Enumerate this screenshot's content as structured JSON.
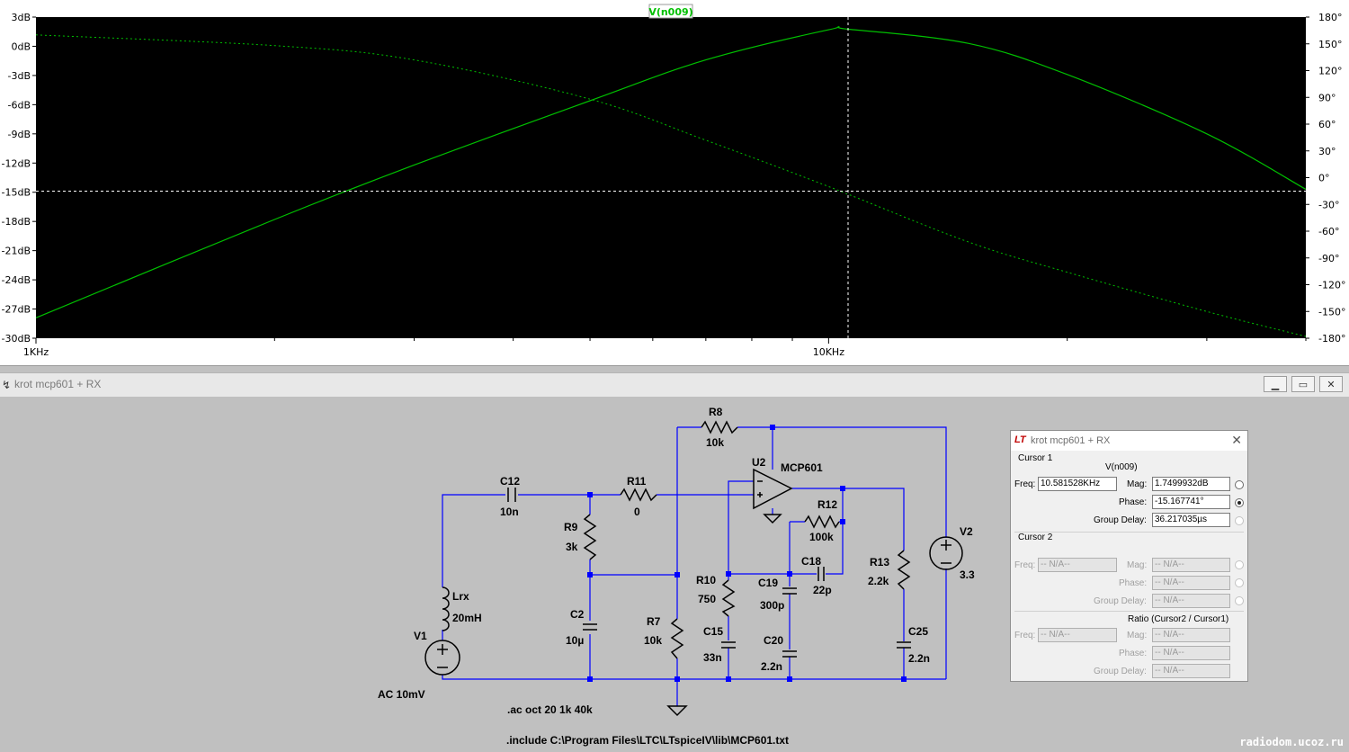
{
  "plot": {
    "trace_name": "V(n009)",
    "y_left_ticks": [
      "3dB",
      "0dB",
      "-3dB",
      "-6dB",
      "-9dB",
      "-12dB",
      "-15dB",
      "-18dB",
      "-21dB",
      "-24dB",
      "-27dB",
      "-30dB"
    ],
    "y_right_ticks": [
      "180°",
      "150°",
      "120°",
      "90°",
      "60°",
      "30°",
      "0°",
      "-30°",
      "-60°",
      "-90°",
      "-120°",
      "-150°",
      "-180°"
    ],
    "x_ticks": [
      "1KHz",
      "10KHz"
    ],
    "trace_color": "#00c000",
    "background": "#000000"
  },
  "chart_data": {
    "type": "line",
    "x_scale": "log",
    "xlim_hz": [
      1000,
      40000
    ],
    "ylim_db": [
      -30,
      3
    ],
    "ylim_deg": [
      -180,
      180
    ],
    "series": [
      {
        "name": "V(n009)",
        "axis": "magnitude_db",
        "x": [
          1000,
          2000,
          3000,
          5000,
          7000,
          10000,
          10581,
          15000,
          20000,
          30000,
          40000
        ],
        "y": [
          -27.9,
          -17.8,
          -12.2,
          -5.6,
          -1.4,
          1.7,
          1.75,
          0.3,
          -2.9,
          -9.0,
          -14.7
        ]
      },
      {
        "name": "V(n009)",
        "axis": "phase_deg",
        "x": [
          1000,
          2000,
          3000,
          5000,
          7000,
          10000,
          15000,
          20000,
          30000,
          40000
        ],
        "y": [
          160,
          148,
          132,
          88,
          42,
          -10,
          -72,
          -106,
          -150,
          -178
        ]
      }
    ],
    "cursor": {
      "x": 10581.528,
      "mag_db": 1.7499932,
      "phase_deg": -15.167741
    }
  },
  "window": {
    "title": "krot mcp601 + RX",
    "buttons": [
      "minimize",
      "restore",
      "close"
    ]
  },
  "schematic": {
    "labels": {
      "r8": "R8",
      "r8v": "10k",
      "u2": "U2",
      "u2v": "MCP601",
      "c12": "C12",
      "c12v": "10n",
      "r11": "R11",
      "r11v": "0",
      "r12": "R12",
      "r12v": "100k",
      "r9": "R9",
      "r9v": "3k",
      "c18": "C18",
      "c18v": "22p",
      "r10": "R10",
      "r10v": "750",
      "c19": "C19",
      "c19v": "300p",
      "r13": "R13",
      "r13v": "2.2k",
      "v2": "V2",
      "v2v": "3.3",
      "lrx": "Lrx",
      "lrxv": "20mH",
      "c2": "C2",
      "c2v": "10µ",
      "r7": "R7",
      "r7v": "10k",
      "c15": "C15",
      "c15v": "33n",
      "c20": "C20",
      "c20v": "2.2n",
      "c25": "C25",
      "c25v": "2.2n",
      "v1": "V1",
      "v1v": "AC 10mV"
    },
    "directive_ac": ".ac oct 20 1k 40k",
    "directive_include": ".include C:\\Program Files\\LTC\\LTspiceIV\\lib\\MCP601.txt"
  },
  "cursor_dialog": {
    "title": "krot mcp601 + RX",
    "cursor1_label": "Cursor 1",
    "trace": "V(n009)",
    "freq_label": "Freq:",
    "freq": "10.581528KHz",
    "mag_label": "Mag:",
    "mag": "1.7499932dB",
    "phase_label": "Phase:",
    "phase": "-15.167741°",
    "gd_label": "Group Delay:",
    "gd": "36.217035µs",
    "cursor2_label": "Cursor 2",
    "na": "-- N/A--",
    "ratio_label": "Ratio (Cursor2 / Cursor1)"
  },
  "watermark": "radiodom.ucoz.ru"
}
